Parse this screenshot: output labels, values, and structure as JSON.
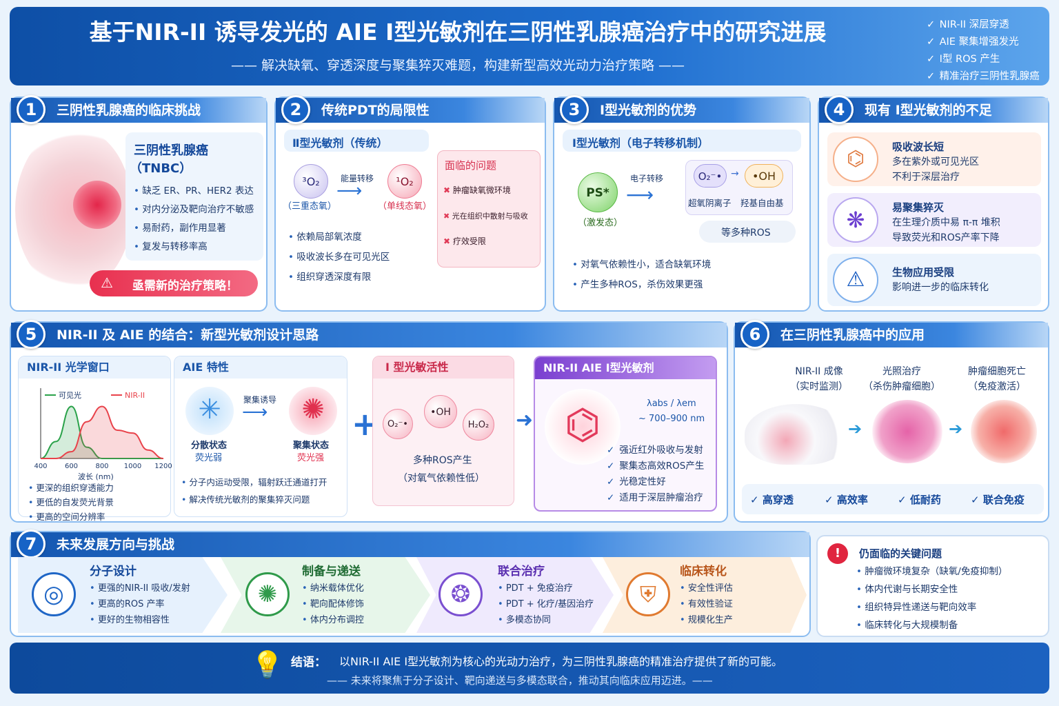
{
  "header": {
    "title": "基于NIR-II 诱导发光的 AIE Ⅰ型光敏剂在三阴性乳腺癌治疗中的研究进展",
    "subtitle": "—— 解决缺氧、穿透深度与聚集猝灭难题，构建新型高效光动力治疗策略 ——",
    "tags": [
      "NIR-II 深层穿透",
      "AIE 聚集增强发光",
      "Ⅰ型 ROS 产生",
      "精准治疗三阴性乳腺癌"
    ]
  },
  "p1": {
    "num": "1",
    "title": "三阴性乳腺癌的临床挑战",
    "name": "三阴性乳腺癌",
    "abbr": "（TNBC）",
    "bullets": [
      "缺乏 ER、PR、HER2 表达",
      "对内分泌及靶向治疗不敏感",
      "易耐药，副作用显著",
      "复发与转移率高"
    ],
    "alert": "亟需新的治疗策略！"
  },
  "p2": {
    "num": "2",
    "title": "传统PDT的局限性",
    "sub": "Ⅱ型光敏剂（传统）",
    "o3": "³O₂",
    "o3_label": "（三重态氧）",
    "arrow": "能量转移",
    "o1": "¹O₂",
    "o1_label": "（单线态氧）",
    "bullets": [
      "依赖局部氧浓度",
      "吸收波长多在可见光区",
      "组织穿透深度有限"
    ],
    "prob_title": "面临的问题",
    "problems": [
      "肿瘤缺氧微环境",
      "光在组织中散射与吸收",
      "疗效受限"
    ]
  },
  "p3": {
    "num": "3",
    "title": "Ⅰ型光敏剂的优势",
    "sub": "Ⅰ型光敏剂（电子转移机制）",
    "ps": "PS*",
    "ps_label": "（激发态）",
    "arrow": "电子转移",
    "o2": "O₂⁻•",
    "oh": "•OH",
    "o2_label": "超氧阴离子",
    "oh_label": "羟基自由基",
    "more": "等多种ROS",
    "bullets": [
      "对氧气依赖性小，适合缺氧环境",
      "产生多种ROS，杀伤效果更强"
    ]
  },
  "p4": {
    "num": "4",
    "title": "现有 Ⅰ型光敏剂的不足",
    "items": [
      {
        "title": "吸收波长短",
        "l1": "多在紫外或可见光区",
        "l2": "不利于深层治疗"
      },
      {
        "title": "易聚集猝灭",
        "l1": "在生理介质中易 π-π 堆积",
        "l2": "导致荧光和ROS产率下降"
      },
      {
        "title": "生物应用受限",
        "l1": "影响进一步的临床转化",
        "l2": ""
      }
    ]
  },
  "p5": {
    "num": "5",
    "title": "NIR-II 及 AIE 的结合：新型光敏剂设计思路",
    "win": {
      "title": "NIR-II 光学窗口",
      "leg1": "可见光",
      "leg2": "NIR-II",
      "xlabel": "波长 (nm)",
      "bullets": [
        "更深的组织穿透能力",
        "更低的自发荧光背景",
        "更高的空间分辨率"
      ]
    },
    "aie": {
      "title": "AIE 特性",
      "arrow": "聚集诱导",
      "s1": "分散状态",
      "s1b": "荧光弱",
      "s2": "聚集状态",
      "s2b": "荧光强",
      "bullets": [
        "分子内运动受限，辐射跃迁通道打开",
        "解决传统光敏剂的聚集猝灭问题"
      ]
    },
    "plus": "+",
    "act": {
      "title": "Ⅰ 型光敏活性",
      "c1": "O₂⁻•",
      "c2": "•OH",
      "c3": "H₂O₂",
      "l1": "多种ROS产生",
      "l2": "（对氧气依赖性低）"
    },
    "agent": {
      "title": "NIR-II AIE Ⅰ型光敏剂",
      "lam": "λabs / λem",
      "range": "~ 700–900 nm",
      "checks": [
        "强近红外吸收与发射",
        "聚集态高效ROS产生",
        "光稳定性好",
        "适用于深层肿瘤治疗"
      ]
    }
  },
  "p6": {
    "num": "6",
    "title": "在三阴性乳腺癌中的应用",
    "c1a": "NIR-II 成像",
    "c1b": "（实时监测）",
    "c2a": "光照治疗",
    "c2b": "（杀伤肿瘤细胞）",
    "c3a": "肿瘤细胞死亡",
    "c3b": "（免疫激活）",
    "checks": [
      "高穿透",
      "高效率",
      "低耐药",
      "联合免疫"
    ]
  },
  "p7": {
    "num": "7",
    "title": "未来发展方向与挑战",
    "dirs": [
      {
        "title": "分子设计",
        "items": [
          "更强的NIR-II 吸收/发射",
          "更高的ROS 产率",
          "更好的生物相容性"
        ]
      },
      {
        "title": "制备与递送",
        "items": [
          "纳米载体优化",
          "靶向配体修饰",
          "体内分布调控"
        ]
      },
      {
        "title": "联合治疗",
        "items": [
          "PDT + 免疫治疗",
          "PDT + 化疗/基因治疗",
          "多模态协同"
        ]
      },
      {
        "title": "临床转化",
        "items": [
          "安全性评估",
          "有效性验证",
          "规模化生产"
        ]
      }
    ],
    "issue_title": "仍面临的关键问题",
    "issues": [
      "肿瘤微环境复杂（缺氧/免疫抑制）",
      "体内代谢与长期安全性",
      "组织特异性递送与靶向效率",
      "临床转化与大规模制备"
    ]
  },
  "conclusion": {
    "label": "结语：",
    "l1": "以NIR-II AIE Ⅰ型光敏剂为核心的光动力治疗，为三阴性乳腺癌的精准治疗提供了新的可能。",
    "l2": "—— 未来将聚焦于分子设计、靶向递送与多模态联合，推动其向临床应用迈进。——"
  },
  "chart_data": {
    "type": "line",
    "x": [
      400,
      500,
      600,
      700,
      800,
      900,
      1000,
      1100,
      1200
    ],
    "series": [
      {
        "name": "可见光",
        "values": [
          0,
          0.3,
          0.92,
          0.2,
          0,
          0,
          0,
          0,
          0
        ]
      },
      {
        "name": "NIR-II",
        "values": [
          0,
          0,
          0.12,
          0.65,
          0.92,
          0.5,
          0.45,
          0.15,
          0
        ]
      }
    ],
    "xticks": [
      "400",
      "600",
      "800",
      "1000",
      "1200"
    ],
    "xlabel": "波长 (nm)",
    "xlim": [
      400,
      1200
    ],
    "ylim": [
      0,
      1
    ],
    "colors": [
      "#2aa24a",
      "#e8424a"
    ]
  }
}
